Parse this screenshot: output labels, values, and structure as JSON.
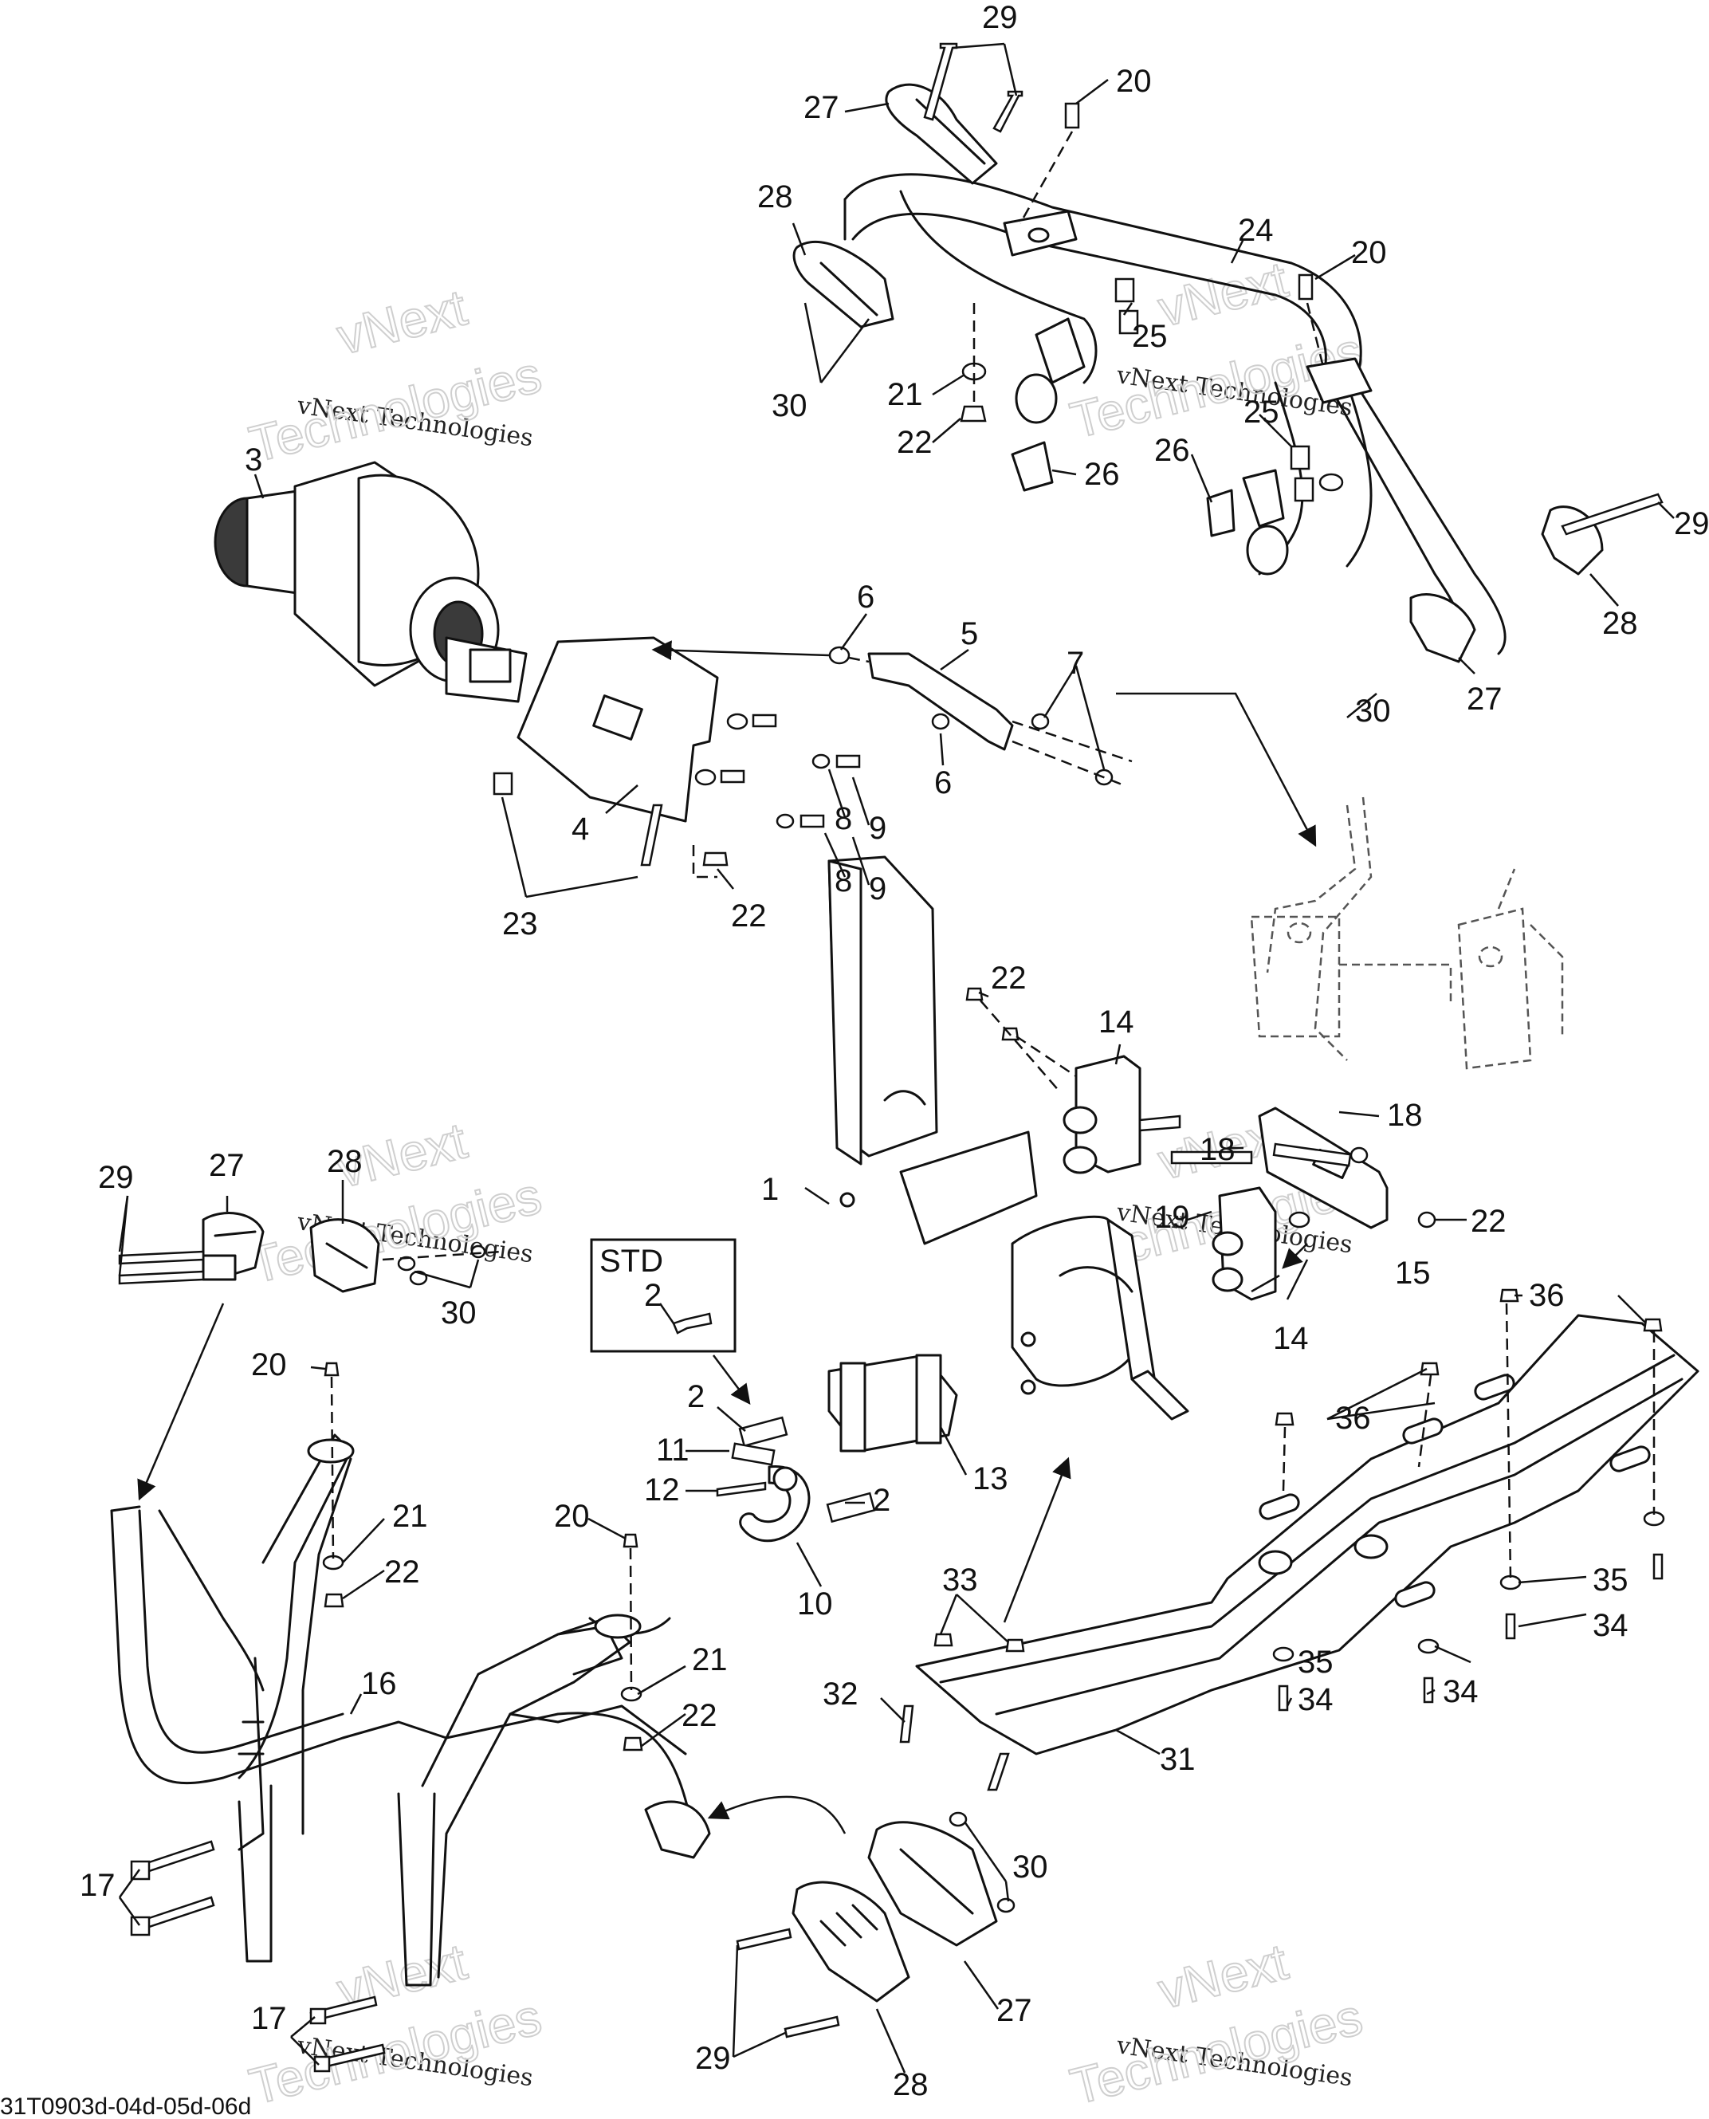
{
  "diagram": {
    "watermark": {
      "line1": "vNext",
      "line2": "vNext Technologies",
      "line3": "Technologies"
    },
    "std_box_label": "STD",
    "footer_code": "31T0903d-04d-05d-06d",
    "callouts": [
      {
        "id": "c-29-top",
        "text": "29"
      },
      {
        "id": "c-27-top",
        "text": "27"
      },
      {
        "id": "c-20-top",
        "text": "20"
      },
      {
        "id": "c-28-top",
        "text": "28"
      },
      {
        "id": "c-24",
        "text": "24"
      },
      {
        "id": "c-20-right",
        "text": "20"
      },
      {
        "id": "c-25-a",
        "text": "25"
      },
      {
        "id": "c-21-top",
        "text": "21"
      },
      {
        "id": "c-30-top",
        "text": "30"
      },
      {
        "id": "c-22-top",
        "text": "22"
      },
      {
        "id": "c-26-a",
        "text": "26"
      },
      {
        "id": "c-25-b",
        "text": "25"
      },
      {
        "id": "c-26-b",
        "text": "26"
      },
      {
        "id": "c-29-right",
        "text": "29"
      },
      {
        "id": "c-3",
        "text": "3"
      },
      {
        "id": "c-28-right",
        "text": "28"
      },
      {
        "id": "c-6-a",
        "text": "6"
      },
      {
        "id": "c-5",
        "text": "5"
      },
      {
        "id": "c-7",
        "text": "7"
      },
      {
        "id": "c-30-right",
        "text": "30"
      },
      {
        "id": "c-27-right",
        "text": "27"
      },
      {
        "id": "c-6-b",
        "text": "6"
      },
      {
        "id": "c-8-a",
        "text": "8"
      },
      {
        "id": "c-9-a",
        "text": "9"
      },
      {
        "id": "c-4",
        "text": "4"
      },
      {
        "id": "c-8-b",
        "text": "8"
      },
      {
        "id": "c-9-b",
        "text": "9"
      },
      {
        "id": "c-23",
        "text": "23"
      },
      {
        "id": "c-22-mid",
        "text": "22"
      },
      {
        "id": "c-22-bracket",
        "text": "22"
      },
      {
        "id": "c-14-top",
        "text": "14"
      },
      {
        "id": "c-18-a",
        "text": "18"
      },
      {
        "id": "c-18-b",
        "text": "18"
      },
      {
        "id": "c-29-left",
        "text": "29"
      },
      {
        "id": "c-27-left",
        "text": "27"
      },
      {
        "id": "c-28-left",
        "text": "28"
      },
      {
        "id": "c-1",
        "text": "1"
      },
      {
        "id": "c-19",
        "text": "19"
      },
      {
        "id": "c-22-right",
        "text": "22"
      },
      {
        "id": "c-30-left",
        "text": "30"
      },
      {
        "id": "c-15",
        "text": "15"
      },
      {
        "id": "c-2-std",
        "text": "2"
      },
      {
        "id": "c-14-bottom",
        "text": "14"
      },
      {
        "id": "c-36-a",
        "text": "36"
      },
      {
        "id": "c-20-left",
        "text": "20"
      },
      {
        "id": "c-2-a",
        "text": "2"
      },
      {
        "id": "c-36-b",
        "text": "36"
      },
      {
        "id": "c-11",
        "text": "11"
      },
      {
        "id": "c-12",
        "text": "12"
      },
      {
        "id": "c-13",
        "text": "13"
      },
      {
        "id": "c-2-b",
        "text": "2"
      },
      {
        "id": "c-21-left",
        "text": "21"
      },
      {
        "id": "c-20-mid",
        "text": "20"
      },
      {
        "id": "c-22-left",
        "text": "22"
      },
      {
        "id": "c-10",
        "text": "10"
      },
      {
        "id": "c-35-a",
        "text": "35"
      },
      {
        "id": "c-33",
        "text": "33"
      },
      {
        "id": "c-34-a",
        "text": "34"
      },
      {
        "id": "c-16",
        "text": "16"
      },
      {
        "id": "c-21-mid",
        "text": "21"
      },
      {
        "id": "c-35-b",
        "text": "35"
      },
      {
        "id": "c-32",
        "text": "32"
      },
      {
        "id": "c-22-low",
        "text": "22"
      },
      {
        "id": "c-34-b",
        "text": "34"
      },
      {
        "id": "c-34-c",
        "text": "34"
      },
      {
        "id": "c-31",
        "text": "31"
      },
      {
        "id": "c-17-a",
        "text": "17"
      },
      {
        "id": "c-30-bottom",
        "text": "30"
      },
      {
        "id": "c-27-bottom",
        "text": "27"
      },
      {
        "id": "c-17-b",
        "text": "17"
      },
      {
        "id": "c-29-bottom",
        "text": "29"
      },
      {
        "id": "c-28-bottom",
        "text": "28"
      }
    ]
  }
}
